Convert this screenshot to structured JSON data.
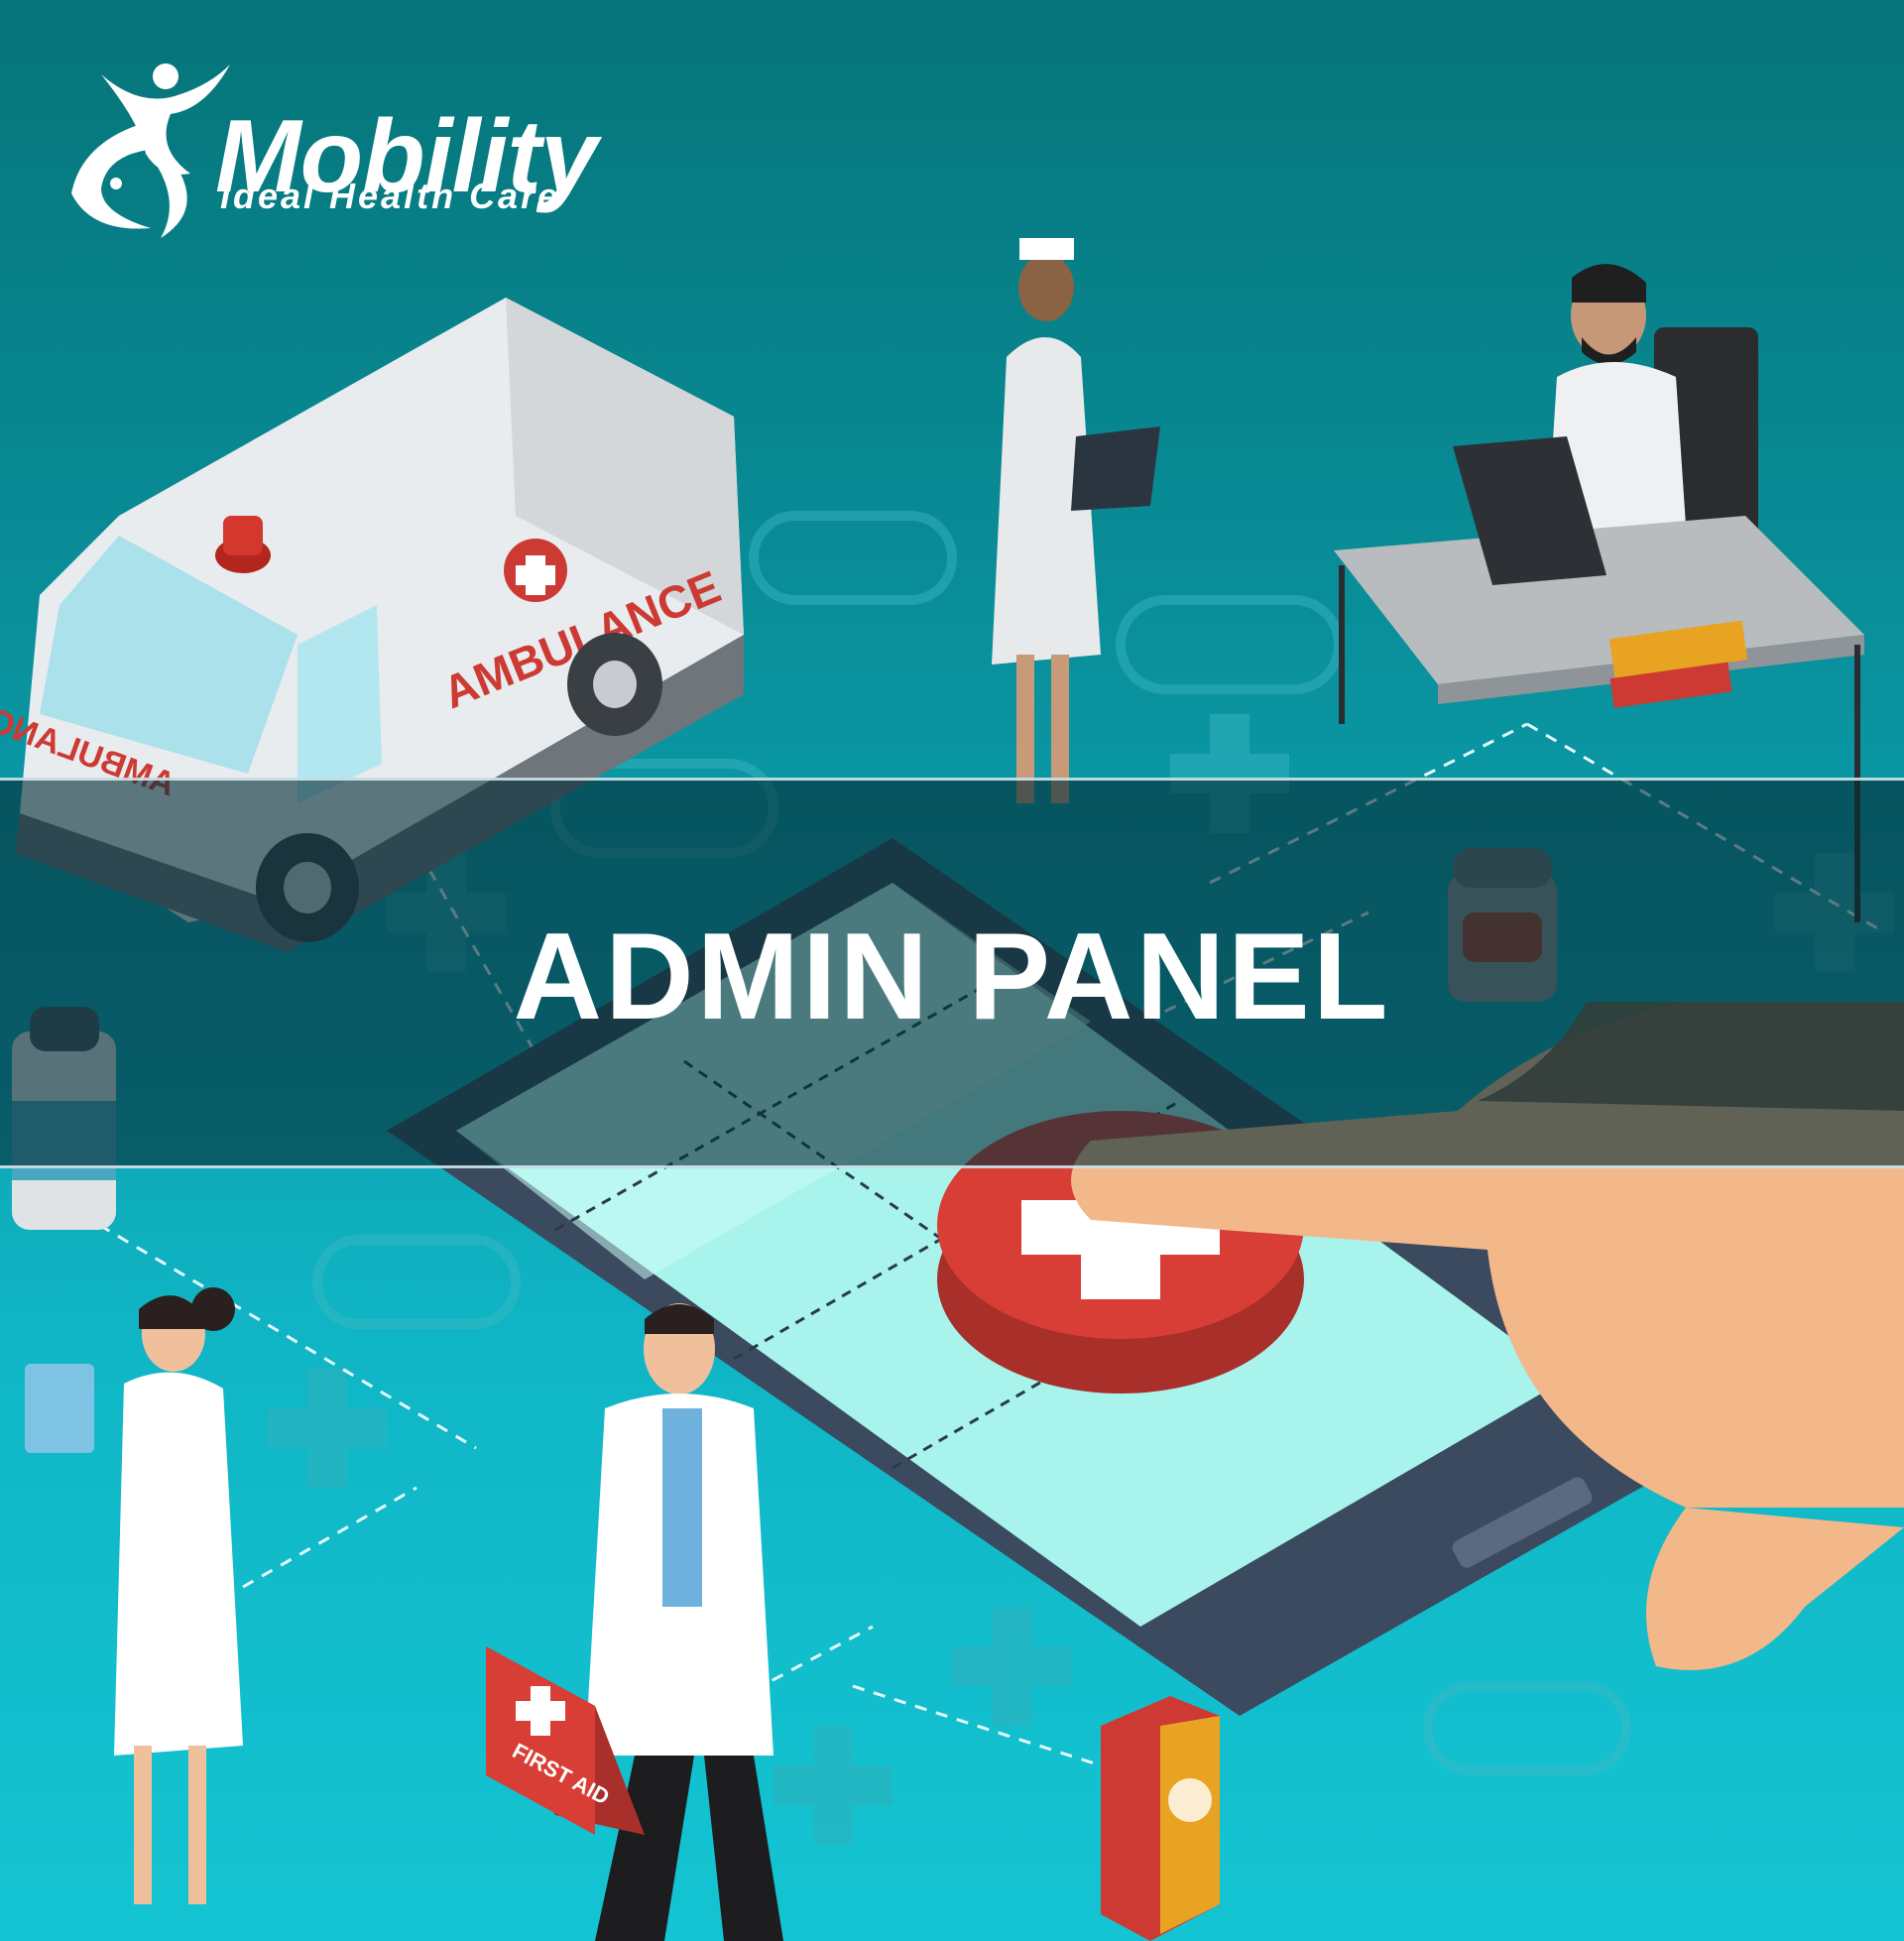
{
  "brand": {
    "name": "Mobility",
    "tagline": "Ideal Health Care"
  },
  "banner": {
    "title": "ADMIN PANEL"
  },
  "illustration": {
    "ambulance_side_text": "AMBULANCE",
    "ambulance_front_text": "AMBULANCE",
    "first_aid_text": "FIRST AID"
  },
  "colors": {
    "background_top": "#067479",
    "background_bottom": "#14c4d2",
    "banner_overlay": "#052d37",
    "medical_red": "#cc3a33",
    "white": "#ffffff"
  },
  "icons": [
    "logo-figure-icon",
    "medical-cross-icon",
    "first-aid-kit-icon"
  ]
}
